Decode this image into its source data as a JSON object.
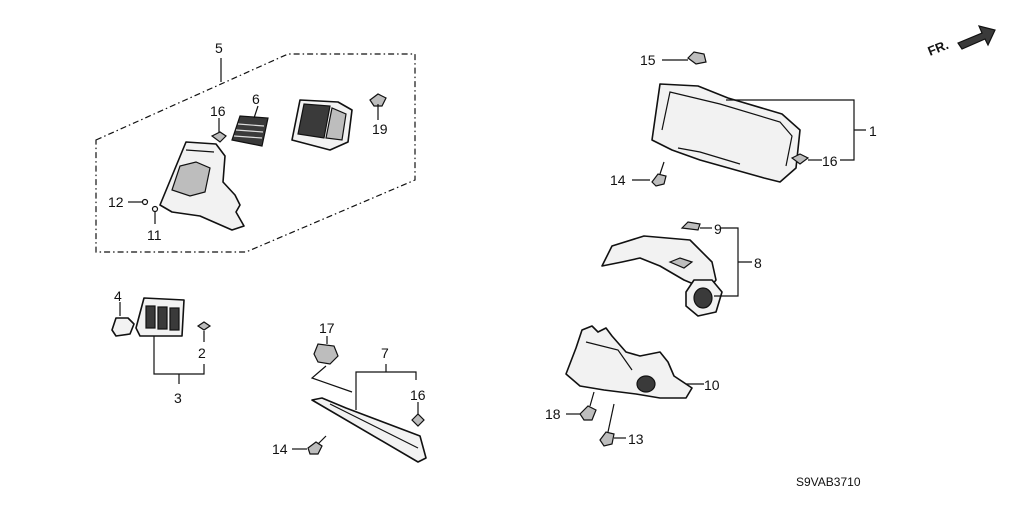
{
  "direction_label": "FR.",
  "diagram_code": "S9VAB3710",
  "callouts": {
    "c1": "1",
    "c2": "2",
    "c3": "3",
    "c4": "4",
    "c5": "5",
    "c6": "6",
    "c7": "7",
    "c8": "8",
    "c9": "9",
    "c10": "10",
    "c11": "11",
    "c12": "12",
    "c13": "13",
    "c14a": "14",
    "c14b": "14",
    "c15": "15",
    "c16a": "16",
    "c16b": "16",
    "c16c": "16",
    "c17": "17",
    "c18": "18",
    "c19": "19"
  },
  "icons": {
    "direction": "arrow-front-icon"
  }
}
